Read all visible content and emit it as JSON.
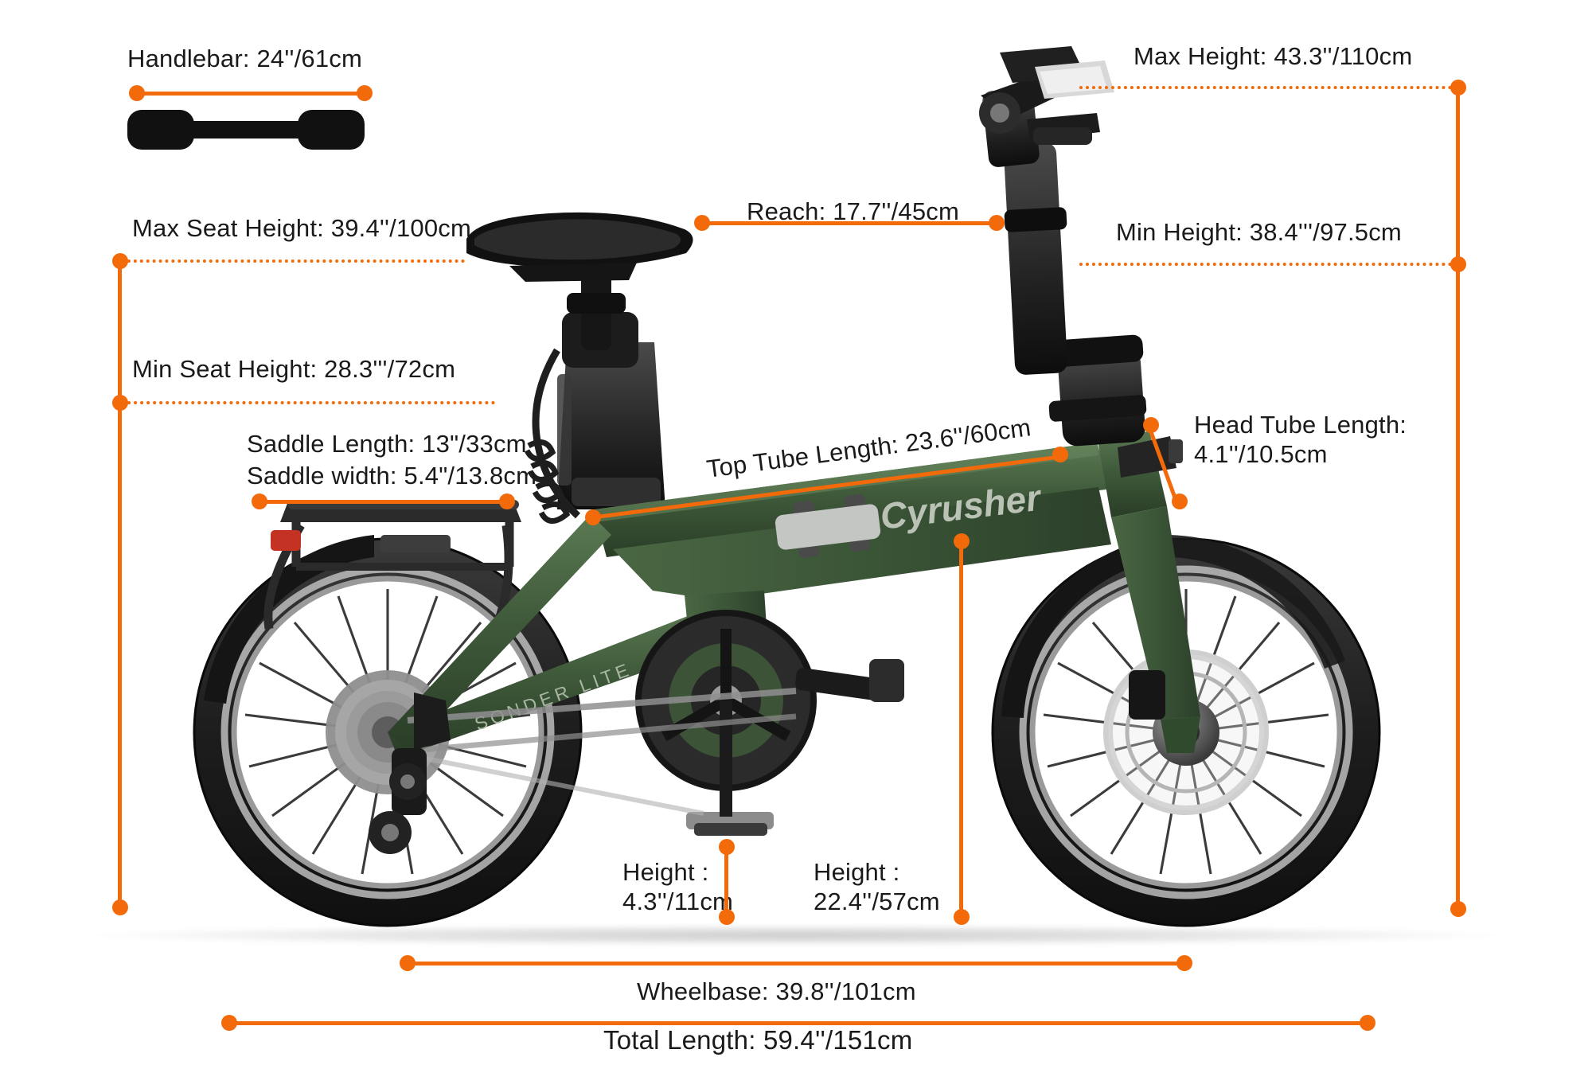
{
  "diagram": {
    "title": "Cyrusher Sonder Lite folding e-bike dimension diagram",
    "accent_color": "#F26A0A",
    "text_color": "#1a1a1a",
    "background_color": "#ffffff",
    "frame_color": "#3c5338"
  },
  "bike": {
    "brand_decal": "Cyrusher",
    "model_decal": "SONDER LITE"
  },
  "measurements": {
    "handlebar": {
      "label": "Handlebar: 24''/61cm",
      "imperial": "24''",
      "metric": "61cm"
    },
    "max_height": {
      "label": "Max Height: 43.3''/110cm",
      "imperial": "43.3''",
      "metric": "110cm"
    },
    "min_height": {
      "label": "Min Height: 38.4'''/97.5cm",
      "imperial": "38.4'''",
      "metric": "97.5cm"
    },
    "max_seat_height": {
      "label": "Max Seat Height: 39.4''/100cm",
      "imperial": "39.4''",
      "metric": "100cm"
    },
    "min_seat_height": {
      "label": "Min Seat Height: 28.3'''/72cm",
      "imperial": "28.3'''",
      "metric": "72cm"
    },
    "reach": {
      "label": "Reach: 17.7''/45cm",
      "imperial": "17.7''",
      "metric": "45cm"
    },
    "saddle_length": {
      "label": "Saddle Length: 13\"/33cm",
      "imperial": "13\"",
      "metric": "33cm"
    },
    "saddle_width": {
      "label": "Saddle width: 5.4\"/13.8cm",
      "imperial": "5.4\"",
      "metric": "13.8cm"
    },
    "top_tube_length": {
      "label": "Top Tube Length: 23.6''/60cm",
      "imperial": "23.6''",
      "metric": "60cm"
    },
    "head_tube_length": {
      "label": "Head Tube Length:\n4.1''/10.5cm",
      "imperial": "4.1''",
      "metric": "10.5cm"
    },
    "height_low": {
      "label": "Height :\n4.3''/11cm",
      "imperial": "4.3''",
      "metric": "11cm"
    },
    "height_mid": {
      "label": "Height :\n22.4''/57cm",
      "imperial": "22.4''",
      "metric": "57cm"
    },
    "wheelbase": {
      "label": "Wheelbase: 39.8''/101cm",
      "imperial": "39.8''",
      "metric": "101cm"
    },
    "total_length": {
      "label": "Total Length: 59.4''/151cm",
      "imperial": "59.4''",
      "metric": "151cm"
    }
  }
}
